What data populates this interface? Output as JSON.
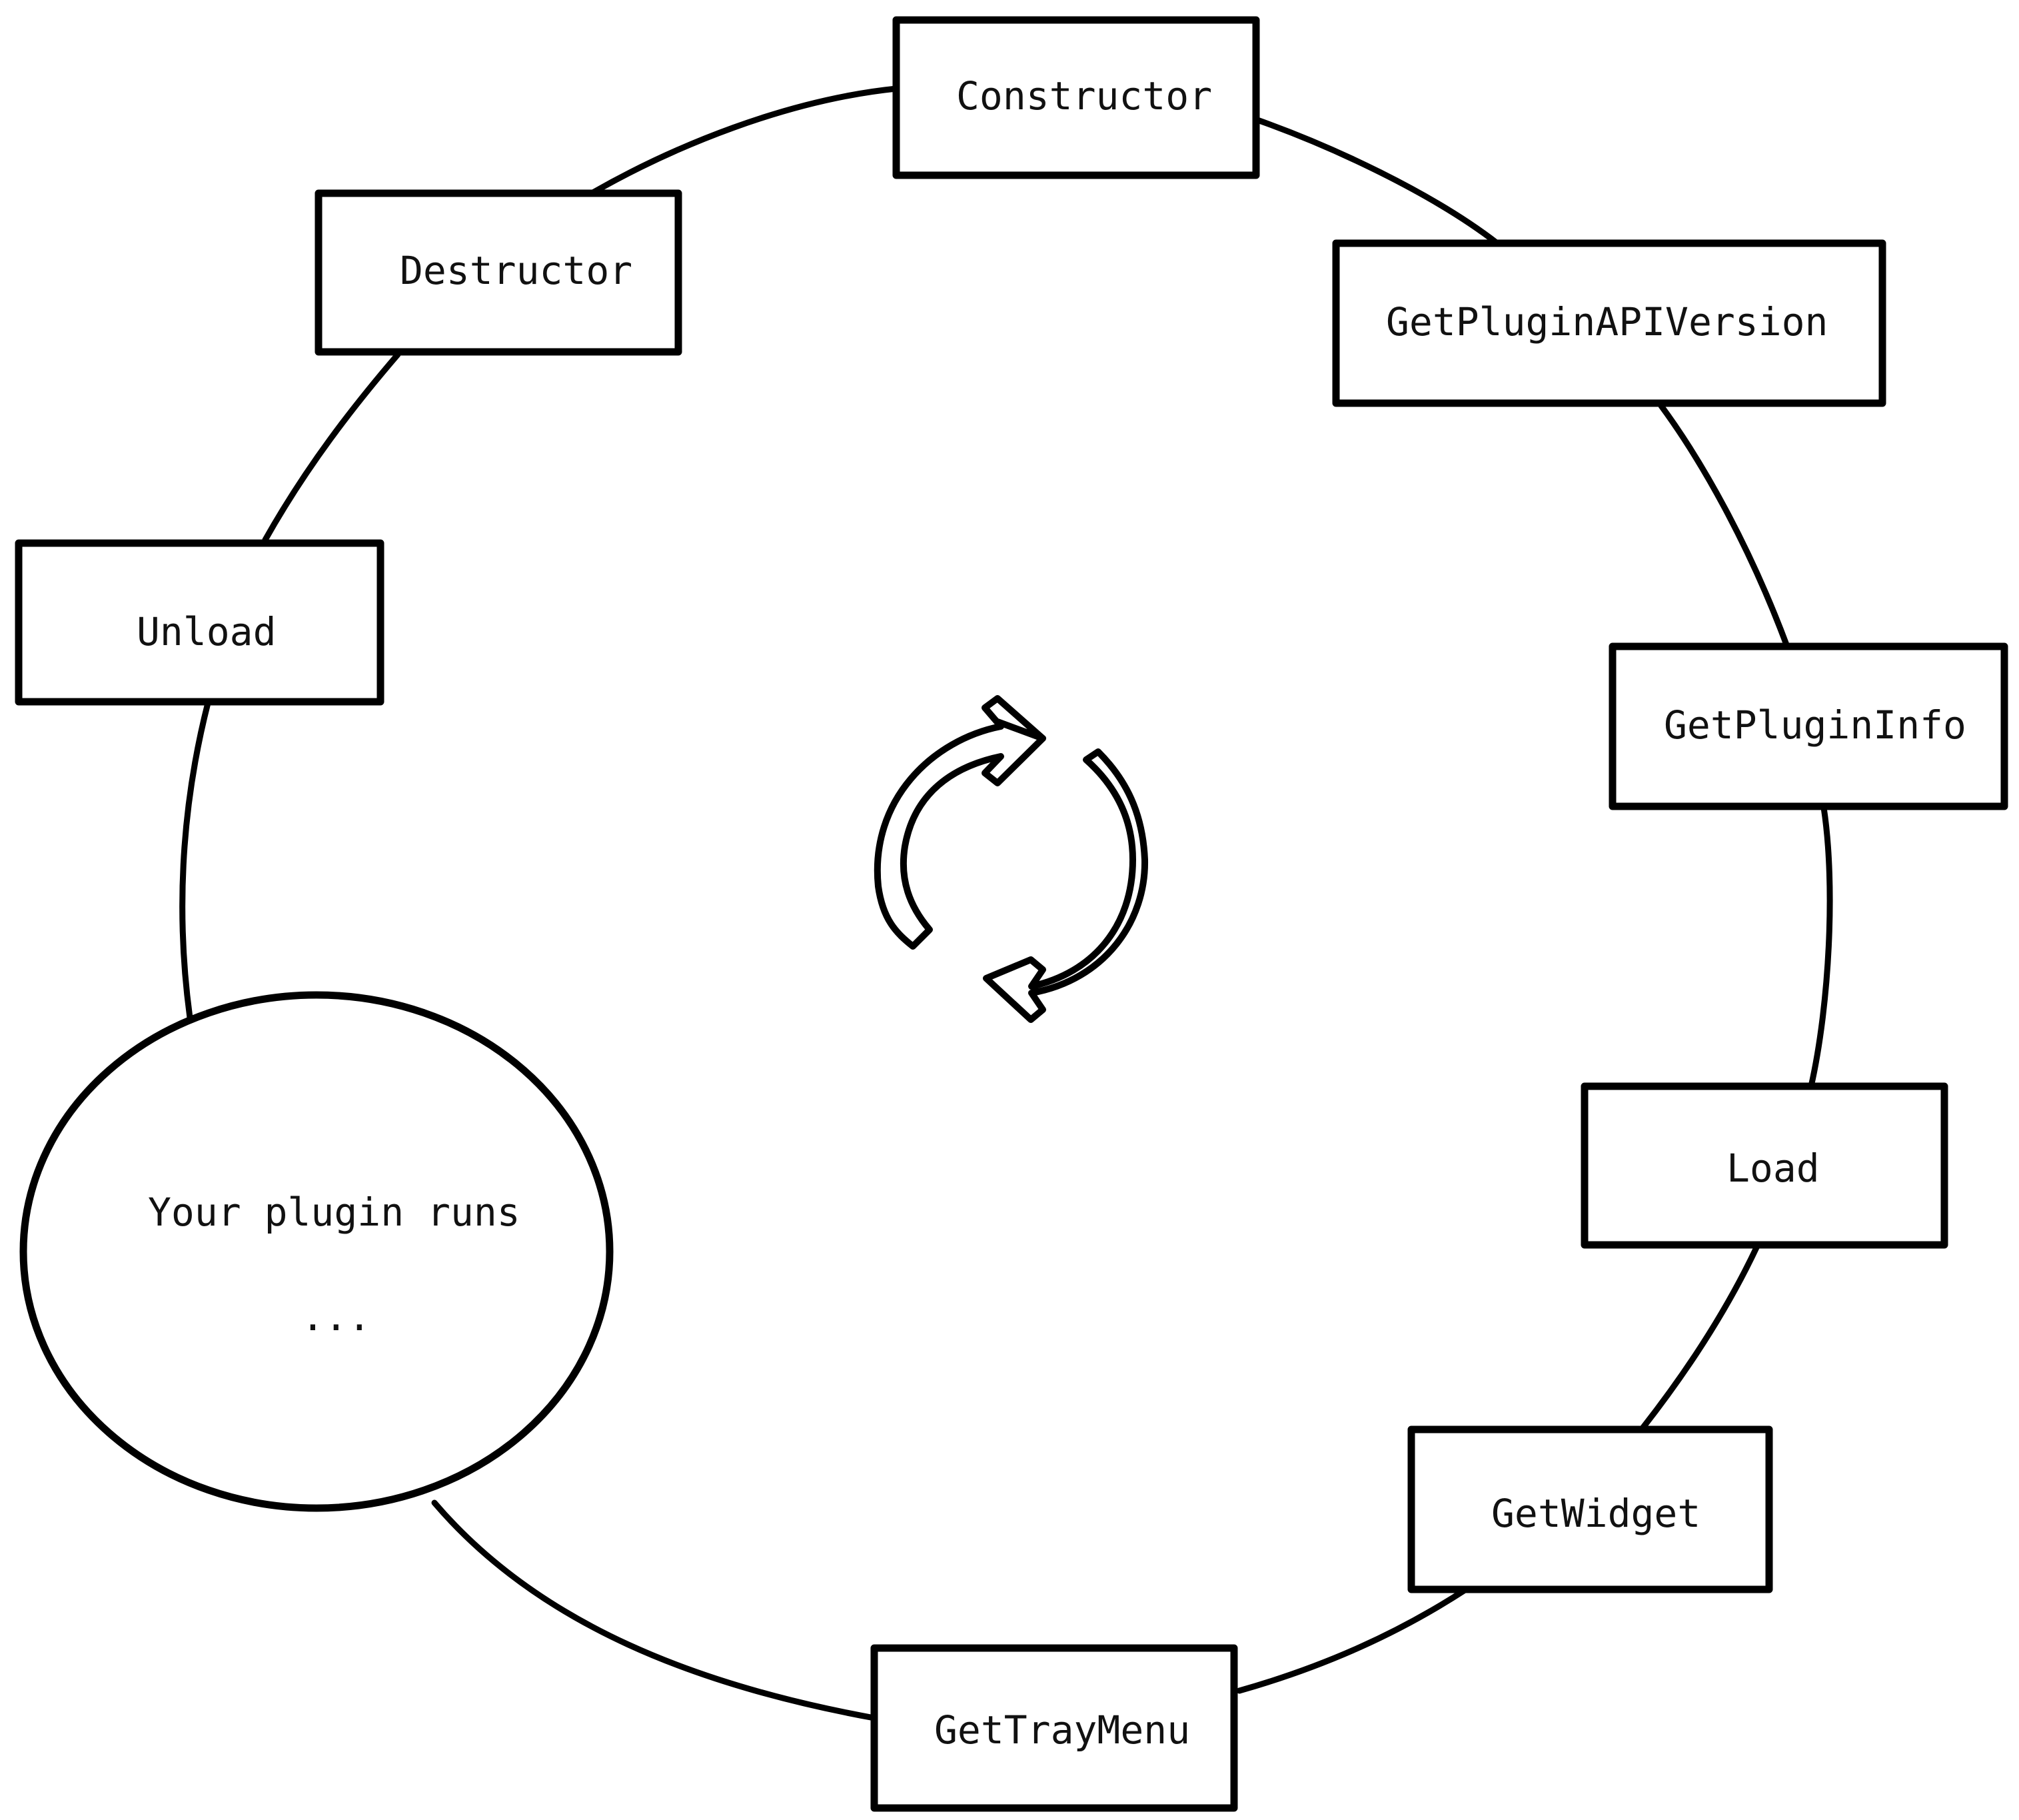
{
  "diagram": {
    "type": "lifecycle-cycle",
    "nodes": [
      {
        "id": "constructor",
        "label": "Constructor",
        "shape": "rectangle"
      },
      {
        "id": "get-plugin-api-version",
        "label": "GetPluginAPIVersion",
        "shape": "rectangle"
      },
      {
        "id": "get-plugin-info",
        "label": "GetPluginInfo",
        "shape": "rectangle"
      },
      {
        "id": "load",
        "label": "Load",
        "shape": "rectangle"
      },
      {
        "id": "get-widget",
        "label": "GetWidget",
        "shape": "rectangle"
      },
      {
        "id": "get-tray-menu",
        "label": "GetTrayMenu",
        "shape": "rectangle"
      },
      {
        "id": "your-plugin-runs",
        "label": "Your plugin runs",
        "sublabel": "...",
        "shape": "ellipse"
      },
      {
        "id": "unload",
        "label": "Unload",
        "shape": "rectangle"
      },
      {
        "id": "destructor",
        "label": "Destructor",
        "shape": "rectangle"
      }
    ],
    "edges": [
      {
        "from": "constructor",
        "to": "get-plugin-api-version"
      },
      {
        "from": "get-plugin-api-version",
        "to": "get-plugin-info"
      },
      {
        "from": "get-plugin-info",
        "to": "load"
      },
      {
        "from": "load",
        "to": "get-widget"
      },
      {
        "from": "get-widget",
        "to": "get-tray-menu"
      },
      {
        "from": "get-tray-menu",
        "to": "your-plugin-runs"
      },
      {
        "from": "your-plugin-runs",
        "to": "unload"
      },
      {
        "from": "unload",
        "to": "destructor"
      },
      {
        "from": "destructor",
        "to": "constructor"
      }
    ],
    "center_icon": "refresh-cycle-icon",
    "stroke_color": "#000000",
    "background_color": "#ffffff"
  }
}
